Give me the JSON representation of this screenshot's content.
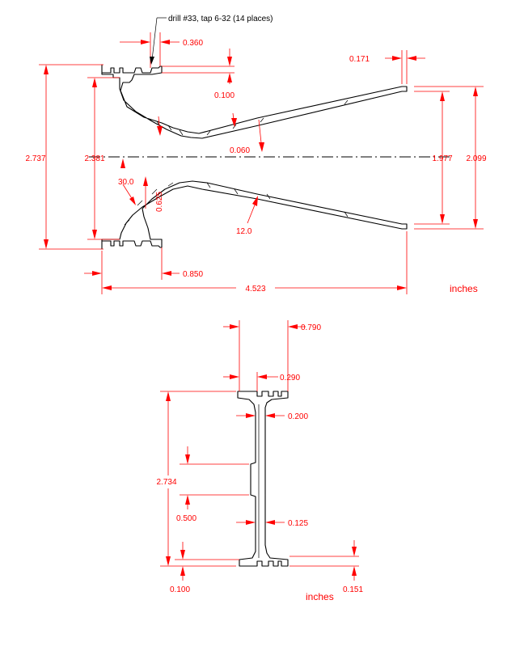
{
  "top_view": {
    "note": "drill #33, tap 6-32 (14 places)",
    "dims": {
      "flange_width": "0.360",
      "lip_thickness": "0.171",
      "step": "0.100",
      "wall": "0.060",
      "overall_height": "2.737",
      "inner_height": "2.381",
      "taper_angle": "30.0",
      "neck": "0.625",
      "cone_angle": "12.0",
      "exit_inner": "1.977",
      "exit_outer": "2.099",
      "base_offset": "0.850",
      "overall_length": "4.523"
    },
    "units": "inches"
  },
  "side_view": {
    "dims": {
      "width": "0.790",
      "web": "0.290",
      "slot": "0.200",
      "height": "2.734",
      "tab": "0.500",
      "rib": "0.125",
      "base_step": "0.100",
      "lip": "0.151"
    },
    "units": "inches"
  }
}
